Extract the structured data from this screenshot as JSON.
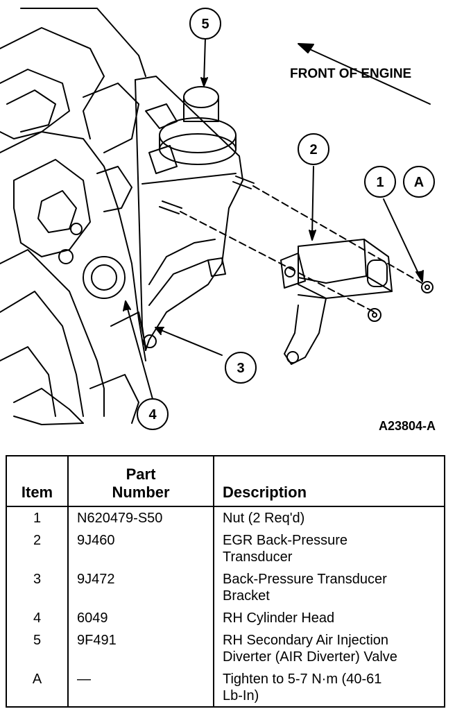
{
  "diagram": {
    "front_label": "FRONT OF ENGINE",
    "figure_id": "A23804-A",
    "callouts": [
      {
        "id": "1",
        "text": "1"
      },
      {
        "id": "A",
        "text": "A"
      },
      {
        "id": "2",
        "text": "2"
      },
      {
        "id": "3",
        "text": "3"
      },
      {
        "id": "4",
        "text": "4"
      },
      {
        "id": "5",
        "text": "5"
      }
    ]
  },
  "table": {
    "headers": {
      "item": "Item",
      "part_line1": "Part",
      "part_line2": "Number",
      "description": "Description"
    },
    "rows": [
      {
        "item": "1",
        "part": "N620479-S50",
        "desc1": "Nut (2 Req'd)",
        "desc2": ""
      },
      {
        "item": "2",
        "part": "9J460",
        "desc1": "EGR Back-Pressure",
        "desc2": "Transducer"
      },
      {
        "item": "3",
        "part": "9J472",
        "desc1": "Back-Pressure Transducer",
        "desc2": "Bracket"
      },
      {
        "item": "4",
        "part": "6049",
        "desc1": "RH Cylinder Head",
        "desc2": ""
      },
      {
        "item": "5",
        "part": "9F491",
        "desc1": "RH Secondary Air Injection",
        "desc2": "Diverter (AIR Diverter) Valve"
      },
      {
        "item": "A",
        "part": "—",
        "desc1": "Tighten to 5-7 N·m (40-61",
        "desc2": "Lb-In)"
      }
    ]
  }
}
